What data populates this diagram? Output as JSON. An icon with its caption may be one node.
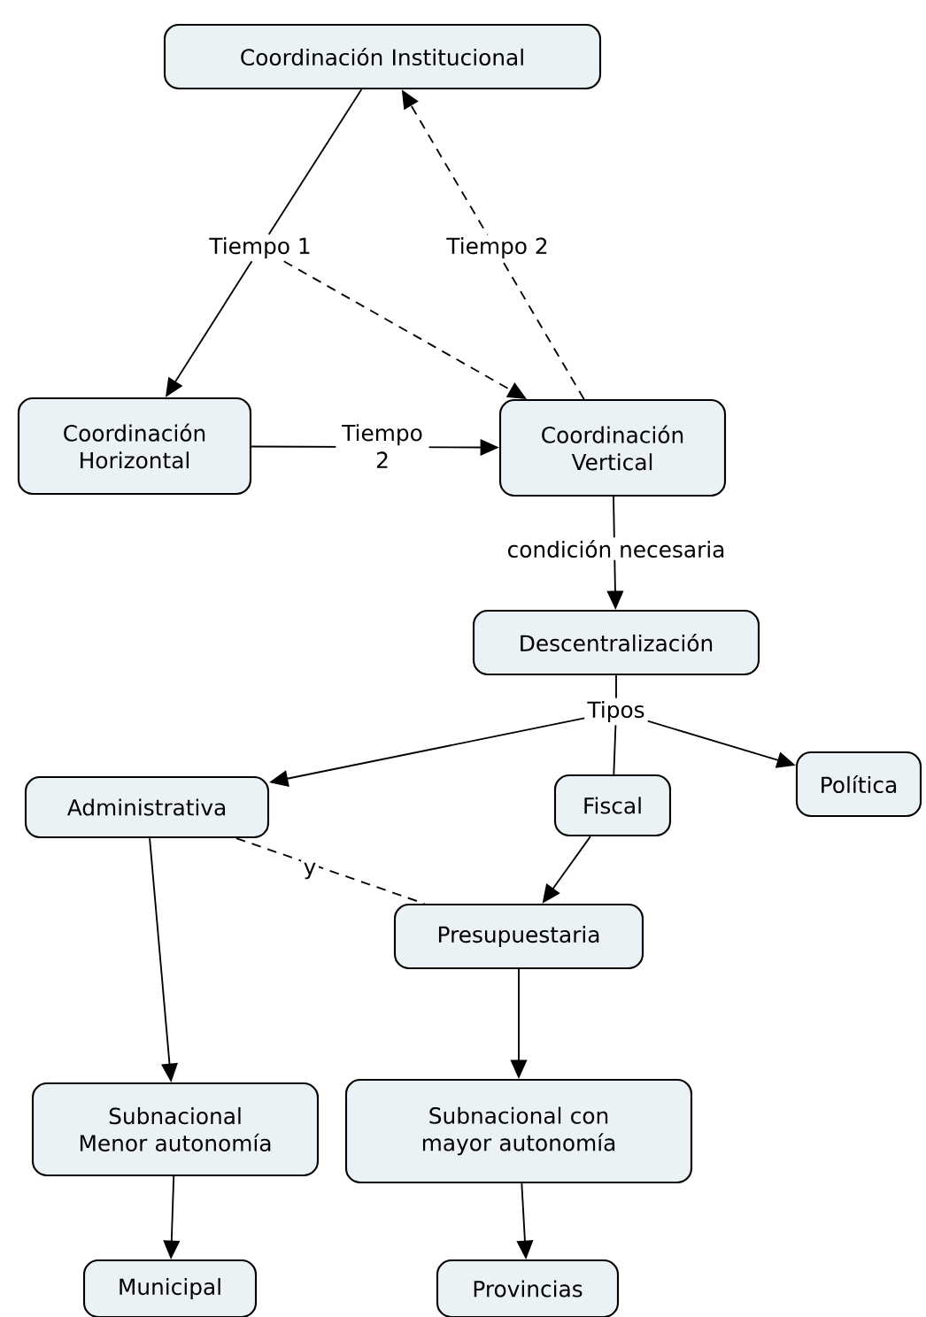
{
  "diagram": {
    "nodes": [
      {
        "text": [
          "Coordinación Institucional"
        ]
      },
      {
        "text": [
          "Coordinación Horizontal"
        ]
      },
      {
        "text": [
          "Coordinación Vertical"
        ]
      },
      {
        "text": [
          "Tiempo 1"
        ]
      },
      {
        "text": [
          "Descentralización"
        ]
      },
      {
        "text": [
          "Tipos"
        ]
      },
      {
        "text": [
          "Administrativa"
        ]
      },
      {
        "text": [
          "Fiscal"
        ]
      },
      {
        "text": [
          "Política"
        ]
      },
      {
        "text": [
          "Presupuestaria"
        ]
      },
      {
        "text": [
          "Subnacional Menor autonomía"
        ]
      },
      {
        "text": [
          "Subnacional con mayor autonomía"
        ]
      },
      {
        "text": [
          "Municipal"
        ]
      },
      {
        "text": [
          "Provincias"
        ]
      }
    ],
    "edges": [
      {
        "from": 0,
        "to": 3,
        "arrow": "none"
      },
      {
        "from": 3,
        "to": 1,
        "arrow": "to"
      },
      {
        "from": 3,
        "to": 2,
        "arrow": "to",
        "style": "dashed"
      },
      {
        "from": 2,
        "to": 0,
        "arrow": "to",
        "style": "dashed",
        "label": "Tiempo 2"
      },
      {
        "from": 1,
        "to": 2,
        "arrow": "to",
        "label": "Tiempo 2"
      },
      {
        "from": 2,
        "to": 4,
        "arrow": "to",
        "label": "condición necesaria"
      },
      {
        "from": 4,
        "to": 5,
        "arrow": "none"
      },
      {
        "from": 5,
        "to": 6,
        "arrow": "to"
      },
      {
        "from": 5,
        "to": 7,
        "arrow": "none"
      },
      {
        "from": 5,
        "to": 8,
        "arrow": "to"
      },
      {
        "from": 6,
        "to": 9,
        "arrow": "none",
        "style": "dashed",
        "label": "y"
      },
      {
        "from": 7,
        "to": 9,
        "arrow": "to"
      },
      {
        "from": 6,
        "to": 10,
        "arrow": "to"
      },
      {
        "from": 9,
        "to": 11,
        "arrow": "to"
      },
      {
        "from": 10,
        "to": 12,
        "arrow": "to"
      },
      {
        "from": 11,
        "to": 13,
        "arrow": "to"
      }
    ]
  }
}
